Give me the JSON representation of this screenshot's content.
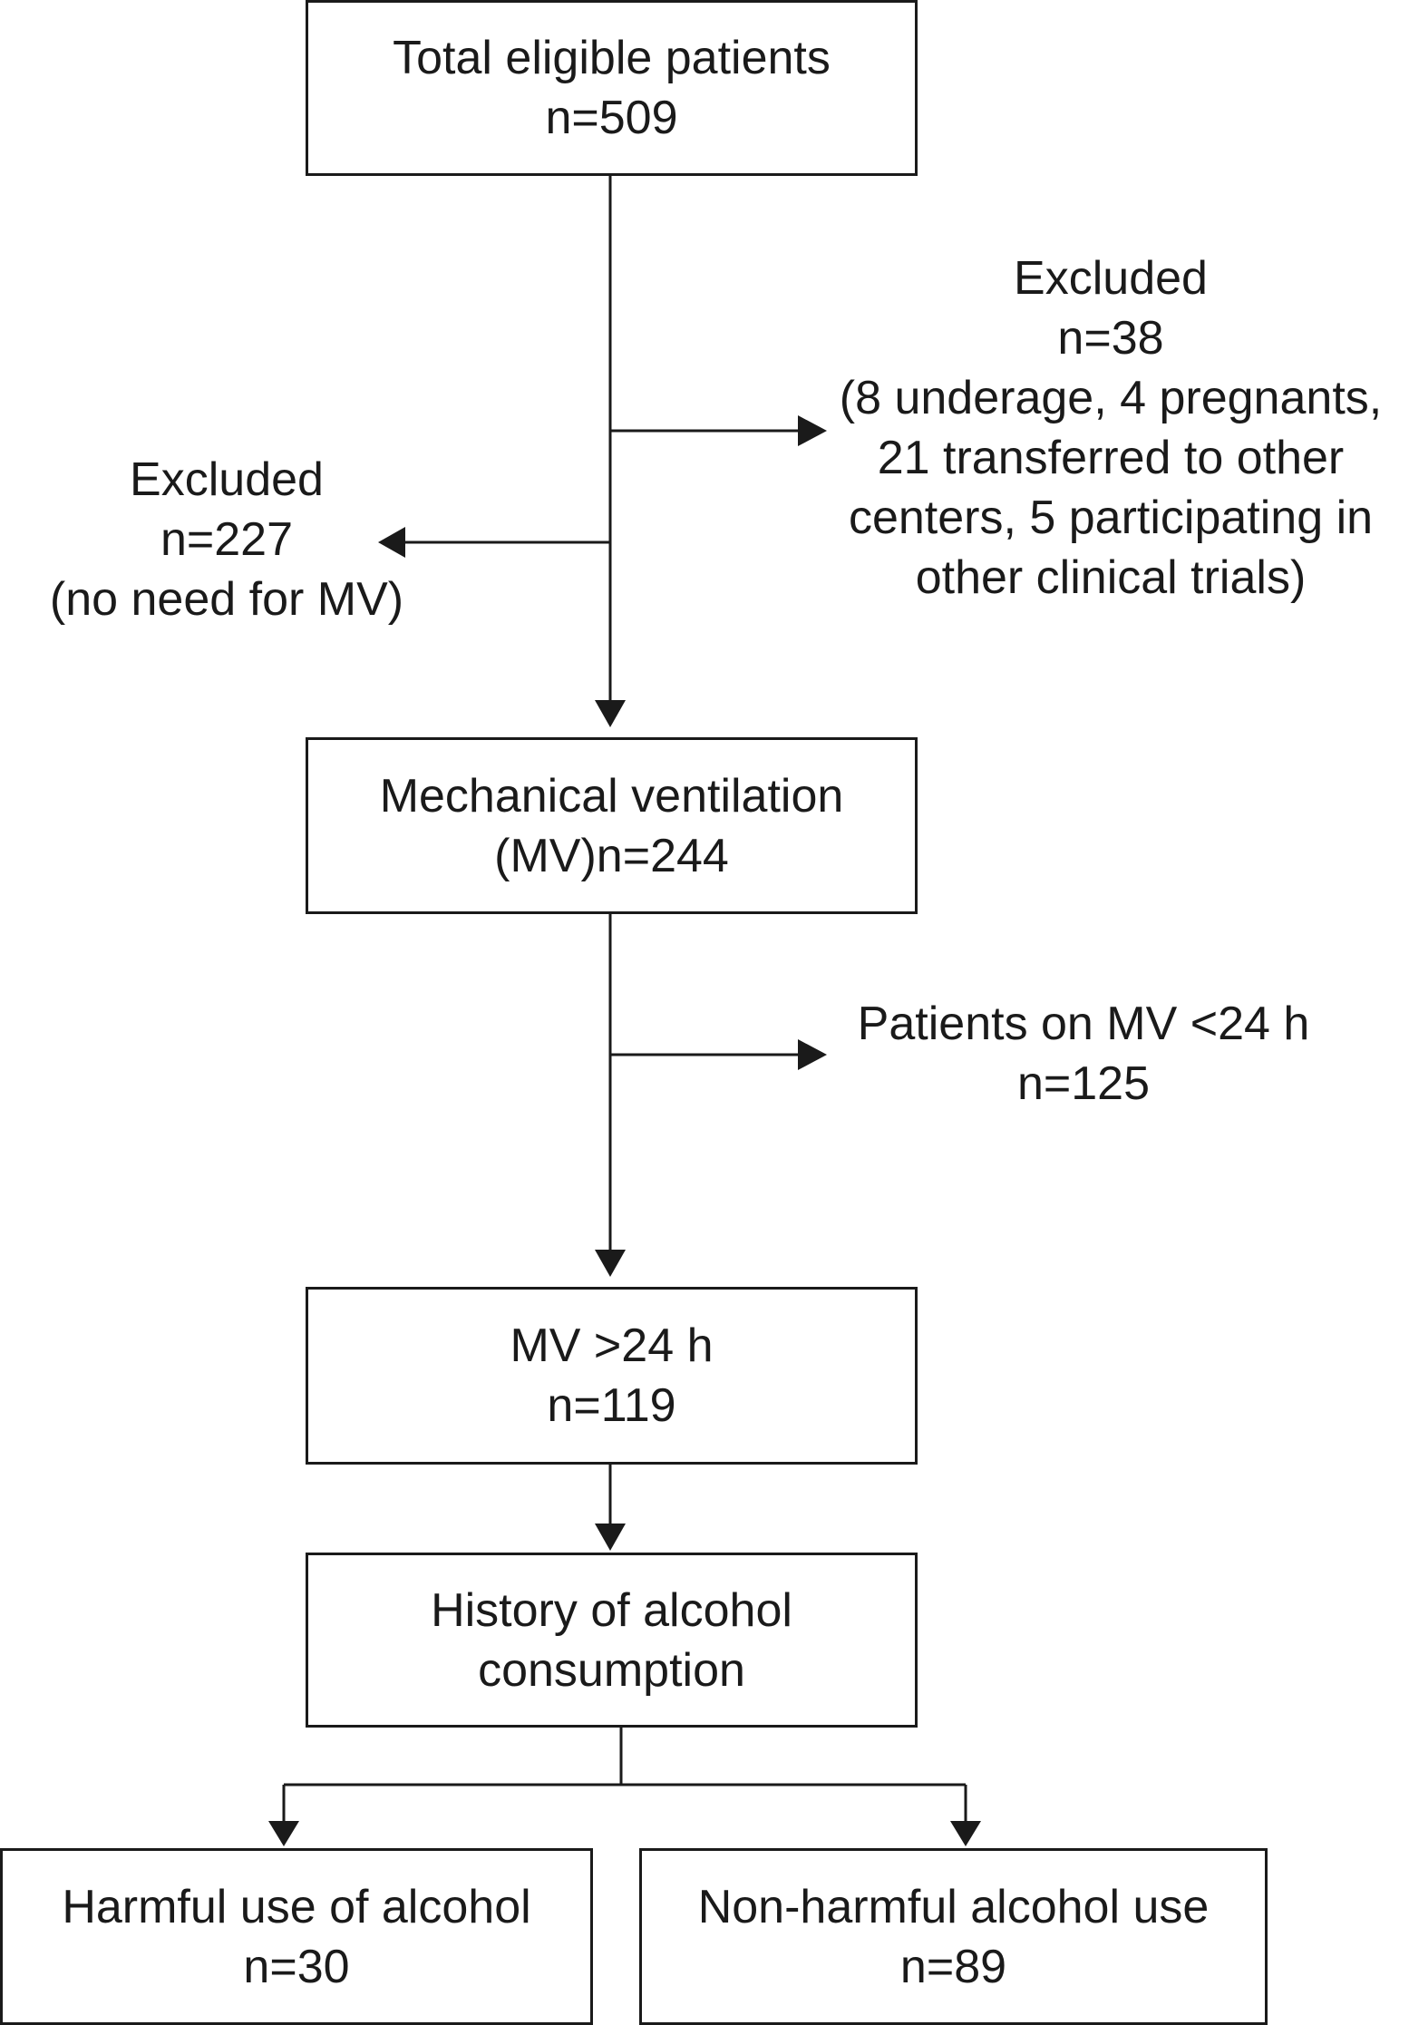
{
  "boxes": {
    "total": {
      "title": "Total eligible patients",
      "count": "n=509"
    },
    "mv": {
      "title": "Mechanical ventilation",
      "count": "(MV)n=244"
    },
    "mv24": {
      "title": "MV >24 h",
      "count": "n=119"
    },
    "history": {
      "title": "History of alcohol",
      "subtitle": "consumption"
    },
    "harmful": {
      "title": "Harmful use of alcohol",
      "count": "n=30"
    },
    "nonharmful": {
      "title": "Non-harmful alcohol use",
      "count": "n=89"
    }
  },
  "exclusions": {
    "right": {
      "title": "Excluded",
      "count": "n=38",
      "details": [
        "(8 underage, 4 pregnants,",
        "21 transferred to other",
        "centers, 5 participating in",
        "other clinical trials)"
      ]
    },
    "left": {
      "title": "Excluded",
      "count": "n=227",
      "detail": "(no need for MV)"
    },
    "short_mv": {
      "title": "Patients on MV <24 h",
      "count": "n=125"
    }
  }
}
